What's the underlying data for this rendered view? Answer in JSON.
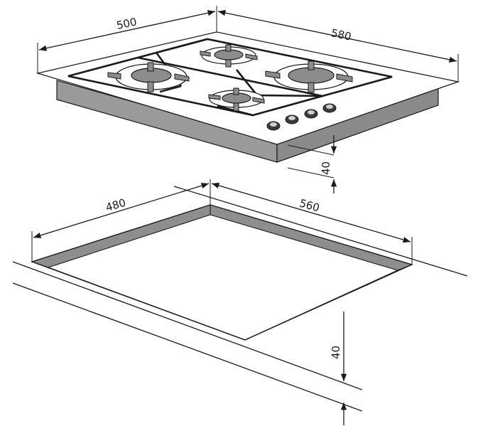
{
  "diagram": {
    "dimensions": {
      "hob_width": "500",
      "hob_depth": "580",
      "hob_height": "40",
      "cutout_width": "480",
      "cutout_depth": "560",
      "worktop_thickness": "40"
    }
  },
  "colors": {
    "outline": "#1a1a1a",
    "hob_surface": "#ffffff",
    "hob_side": "#9a9a9a",
    "hob_side_dark": "#7d7d7d",
    "burner_cap": "#8c8c8c",
    "knob": "#3a3a3a",
    "cutout_wall": "#8e8e8e"
  }
}
